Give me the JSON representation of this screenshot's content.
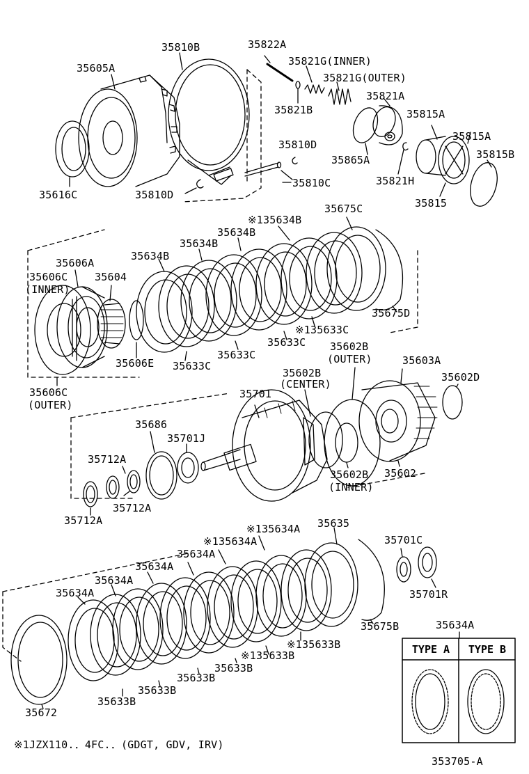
{
  "diagram_ref": "353705-A",
  "footnote": "※1JZX110.．4FC.．(GDGT, GDV, IRV)",
  "parts": {
    "p35810B": "35810B",
    "p35605A": "35605A",
    "p35616C": "35616C",
    "p35810D_a": "35810D",
    "p35810D_b": "35810D",
    "p35810C": "35810C",
    "p35822A": "35822A",
    "p35821G_inner": "35821G(INNER)",
    "p35821G_outer": "35821G(OUTER)",
    "p35821A": "35821A",
    "p35821B": "35821B",
    "p35865A": "35865A",
    "p35815A_a": "35815A",
    "p35815A_b": "35815A",
    "p35815B": "35815B",
    "p35821H": "35821H",
    "p35815": "35815",
    "p135634B": "※135634B",
    "p35675C": "35675C",
    "p35634B_a": "35634B",
    "p35634B_b": "35634B",
    "p35634B_c": "35634B",
    "p35606A": "35606A",
    "p35606C_inner_1": "35606C",
    "p35606C_inner_2": "(INNER)",
    "p35604": "35604",
    "p35675D": "35675D",
    "p135633C": "※135633C",
    "p35633C_a": "35633C",
    "p35633C_b": "35633C",
    "p35633C_c": "35633C",
    "p35606E": "35606E",
    "p35606C_outer_1": "35606C",
    "p35606C_outer_2": "(OUTER)",
    "p35602B_outer_1": "35602B",
    "p35602B_outer_2": "(OUTER)",
    "p35603A": "35603A",
    "p35602B_center_1": "35602B",
    "p35602B_center_2": "(CENTER)",
    "p35602D": "35602D",
    "p35701": "35701",
    "p35686": "35686",
    "p35701J": "35701J",
    "p35712A_a": "35712A",
    "p35712A_b": "35712A",
    "p35712A_c": "35712A",
    "p35602B_inner_1": "35602B",
    "p35602B_inner_2": "(INNER)",
    "p35602": "35602",
    "p135634A_a": "※135634A",
    "p135634A_b": "※135634A",
    "p35635": "35635",
    "p35634A_a": "35634A",
    "p35634A_b": "35634A",
    "p35634A_c": "35634A",
    "p35634A_d": "35634A",
    "p35701C": "35701C",
    "p35701R": "35701R",
    "p35675B": "35675B",
    "p135633B_a": "※135633B",
    "p135633B_b": "※135633B",
    "p35633B_a": "35633B",
    "p35633B_b": "35633B",
    "p35633B_c": "35633B",
    "p35633B_d": "35633B",
    "p35672": "35672",
    "p35634A_table": "35634A"
  },
  "type_table": {
    "col_a": "TYPE A",
    "col_b": "TYPE B"
  }
}
